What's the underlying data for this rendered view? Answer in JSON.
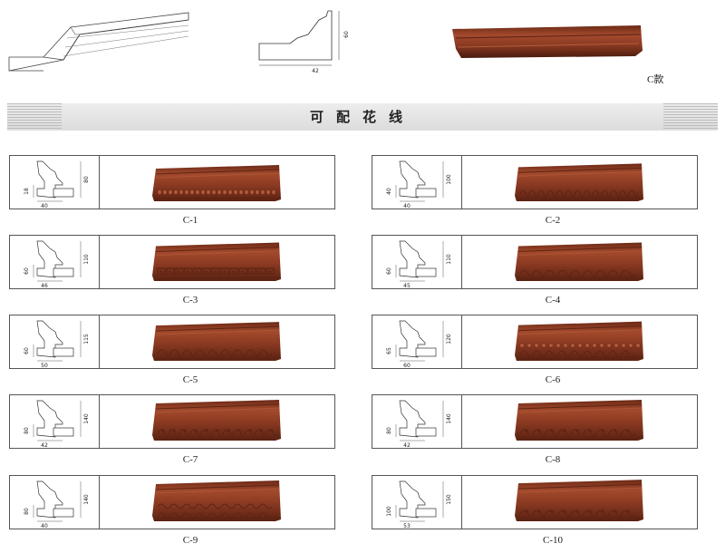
{
  "header": {
    "hero_dim_height": "60",
    "hero_dim_width": "42",
    "hero_code": "C款"
  },
  "banner": {
    "title": "可配花线"
  },
  "products": [
    {
      "code": "C-1",
      "h": "80",
      "d": "18",
      "w": "40",
      "pattern": "beads"
    },
    {
      "code": "C-2",
      "h": "100",
      "d": "40",
      "w": "40",
      "pattern": "leaf"
    },
    {
      "code": "C-3",
      "h": "110",
      "d": "60",
      "w": "46",
      "pattern": "fret"
    },
    {
      "code": "C-4",
      "h": "110",
      "d": "60",
      "w": "45",
      "pattern": "scroll"
    },
    {
      "code": "C-5",
      "h": "115",
      "d": "60",
      "w": "50",
      "pattern": "scroll"
    },
    {
      "code": "C-6",
      "h": "120",
      "d": "65",
      "w": "60",
      "pattern": "beadscroll"
    },
    {
      "code": "C-7",
      "h": "140",
      "d": "80",
      "w": "42",
      "pattern": "floral"
    },
    {
      "code": "C-8",
      "h": "140",
      "d": "80",
      "w": "42",
      "pattern": "vine"
    },
    {
      "code": "C-9",
      "h": "140",
      "d": "80",
      "w": "40",
      "pattern": "doublescroll"
    },
    {
      "code": "C-10",
      "h": "150",
      "d": "100",
      "w": "53",
      "pattern": "vine"
    }
  ],
  "colors": {
    "wood": "#8b3a22",
    "wood_dark": "#5e2414",
    "wood_light": "#b0583a"
  }
}
